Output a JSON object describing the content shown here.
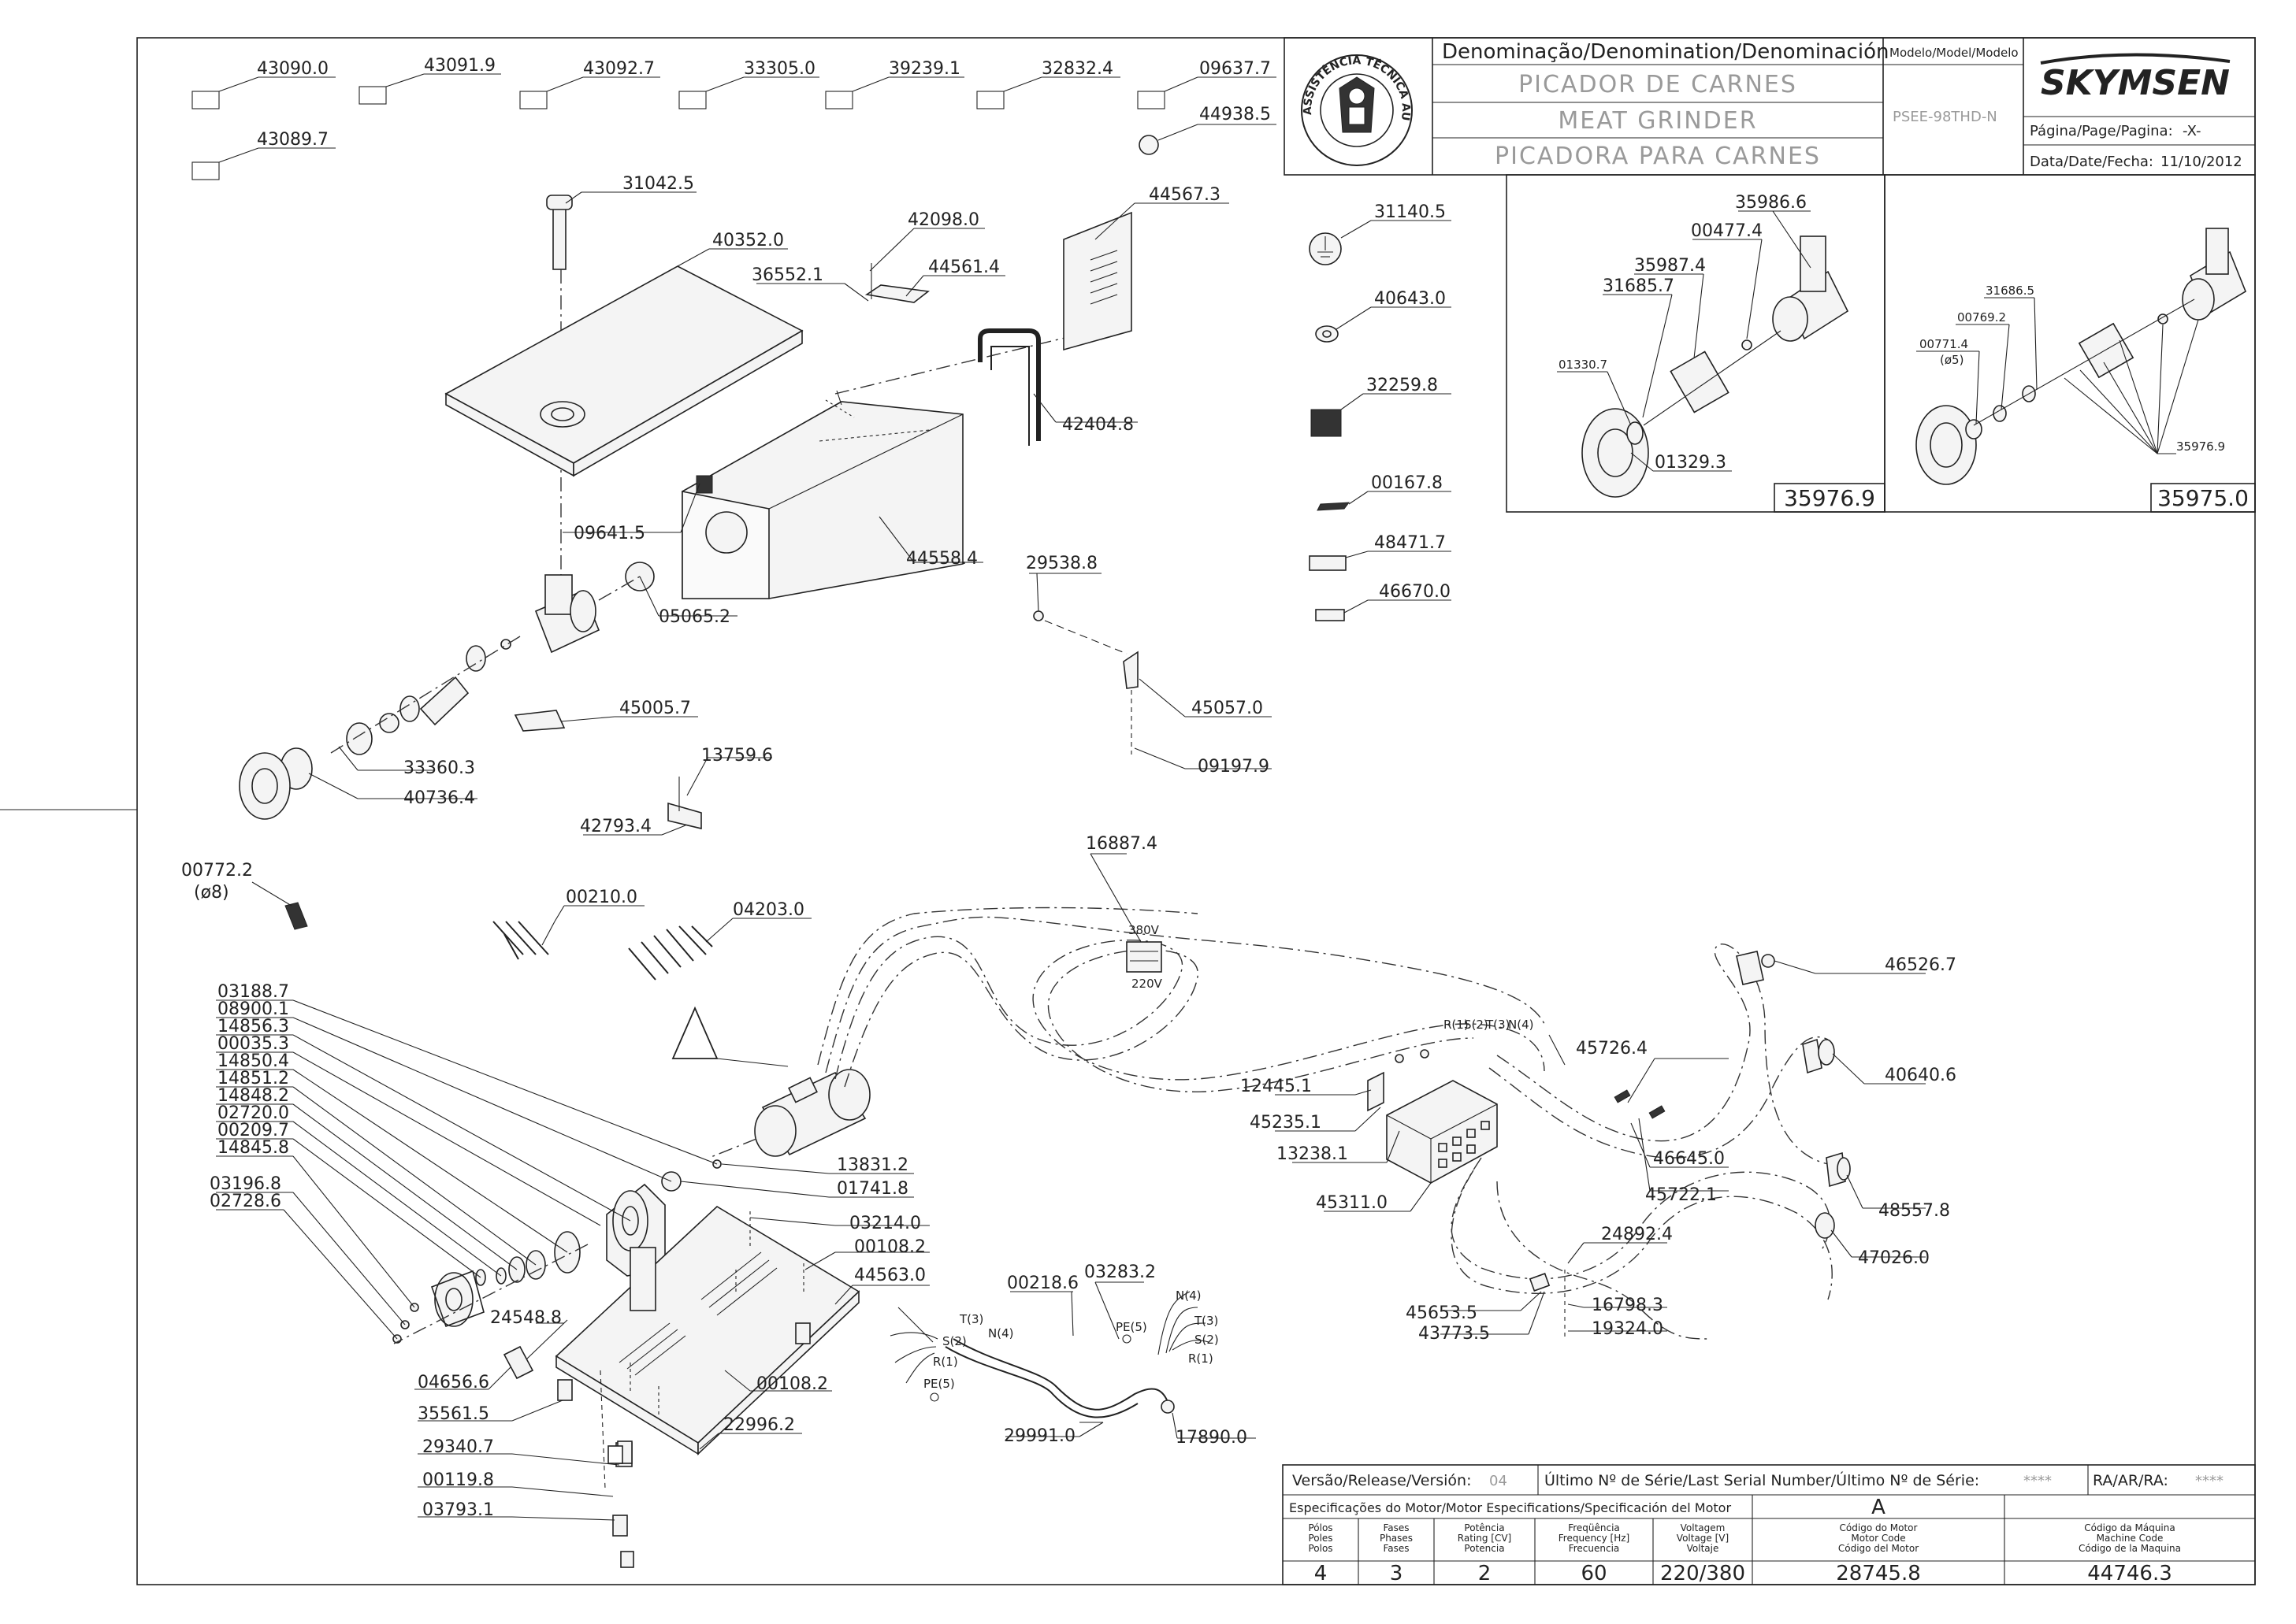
{
  "title_block": {
    "denomination_header": "Denominação/Denomination/Denominación",
    "name_pt": "PICADOR DE CARNES",
    "name_en": "MEAT GRINDER",
    "name_es": "PICADORA  PARA CARNES",
    "model_header": "Modelo/Model/Modelo",
    "model_value": "PSEE-98THD-N",
    "brand": "SKYMSEN",
    "page_label": "Página/Page/Pagina:",
    "page_value": "-X-",
    "date_label": "Data/Date/Fecha:",
    "date_value": "11/10/2012",
    "seal_text": "ASSISTÊNCIA TÉCNICA AUTORIZADA"
  },
  "detail_boxes": [
    {
      "code": "35976.9",
      "labels": [
        "35986.6",
        "00477.4",
        "35987.4",
        "31685.7",
        "01330.7",
        "01329.3"
      ]
    },
    {
      "code": "35975.0",
      "labels": [
        "31686.5",
        "00769.2",
        "00771.4",
        "(ø5)",
        "35976.9"
      ]
    }
  ],
  "part_labels": {
    "boxes_row1": [
      "43090.0",
      "43091.9",
      "43092.7",
      "33305.0",
      "39239.1",
      "32832.4",
      "09637.7"
    ],
    "box_row2": "43089.7",
    "p44938": "44938.5",
    "p31042": "31042.5",
    "p40352": "40352.0",
    "p42098": "42098.0",
    "p36552": "36552.1",
    "p44561": "44561.4",
    "p44567": "44567.3",
    "p42404": "42404.8",
    "p09641": "09641.5",
    "p44558": "44558.4",
    "p05065": "05065.2",
    "p29538": "29538.8",
    "p45005": "45005.7",
    "p45057": "45057.0",
    "p09197": "09197.9",
    "p33360": "33360.3",
    "p40736": "40736.4",
    "p13759": "13759.6",
    "p42793": "42793.4",
    "p00772": "00772.2",
    "p00772_note": "(ø8)",
    "p00210": "00210.0",
    "p04203": "04203.0",
    "p16887": "16887.4",
    "v380": "380V",
    "v220": "220V",
    "motor_label": "A",
    "left_stack": [
      "03188.7",
      "08900.1",
      "14856.3",
      "00035.3",
      "14850.4",
      "14851.2",
      "14848.2",
      "02720.0",
      "00209.7",
      "14845.8",
      "03196.8",
      "02728.6"
    ],
    "p13831": "13831.2",
    "p01741": "01741.8",
    "p03214": "03214.0",
    "p00108a": "00108.2",
    "p44563": "44563.0",
    "p24548": "24548.8",
    "p04656": "04656.6",
    "p00108b": "00108.2",
    "p35561": "35561.5",
    "p22996": "22996.2",
    "p29340": "29340.7",
    "p00119": "00119.8",
    "p03793": "03793.1",
    "p31140": "31140.5",
    "p40643": "40643.0",
    "p32259": "32259.8",
    "p00167": "00167.8",
    "p48471": "48471.7",
    "p46670": "46670.0",
    "p46526": "46526.7",
    "p45726": "45726.4",
    "p12445": "12445.1",
    "p45235": "45235.1",
    "p13238": "13238.1",
    "p45311": "45311.0",
    "p40640": "40640.6",
    "p46645": "46645.0",
    "p45722": "45722.1",
    "p48557": "48557.8",
    "p47026": "47026.0",
    "p24892": "24892.4",
    "p45653": "45653.5",
    "p16798": "16798.3",
    "p43773": "43773.5",
    "p19324": "19324.0",
    "p00218": "00218.6",
    "p03283": "03283.2",
    "p29991": "29991.0",
    "p17890": "17890.0",
    "terminals_box": [
      "R(1)",
      "S(2)",
      "T(3)",
      "N(4)"
    ],
    "cable_left": [
      "T(3)",
      "S(2)",
      "N(4)",
      "R(1)",
      "PE(5)"
    ],
    "cable_right": [
      "N(4)",
      "T(3)",
      "PE(5)",
      "S(2)",
      "R(1)"
    ]
  },
  "motor_table": {
    "release_label": "Versão/Release/Versión:",
    "release_value": "04",
    "serial_label": "Último Nº de Série/Last Serial Number/Último Nº de Série:",
    "serial_value": "****",
    "ra_label": "RA/AR/RA:",
    "ra_value": "****",
    "spec_label": "Especificações do Motor/Motor Especifications/Specificación del Motor",
    "motor_letter": "A",
    "headers": [
      "Pólos\nPoles\nPolos",
      "Fases\nPhases\nFases",
      "Potência\nRating [CV]\nPotencia",
      "Freqüência\nFrequency [Hz]\nFrecuencia",
      "Voltagem\nVoltage [V]\nVoltaje",
      "Código do Motor\nMotor Code\nCódigo del Motor",
      "Código da Máquina\nMachine Code\nCódigo de la Maquina"
    ],
    "values": [
      "4",
      "3",
      "2",
      "60",
      "220/380",
      "28745.8",
      "44746.3"
    ]
  }
}
